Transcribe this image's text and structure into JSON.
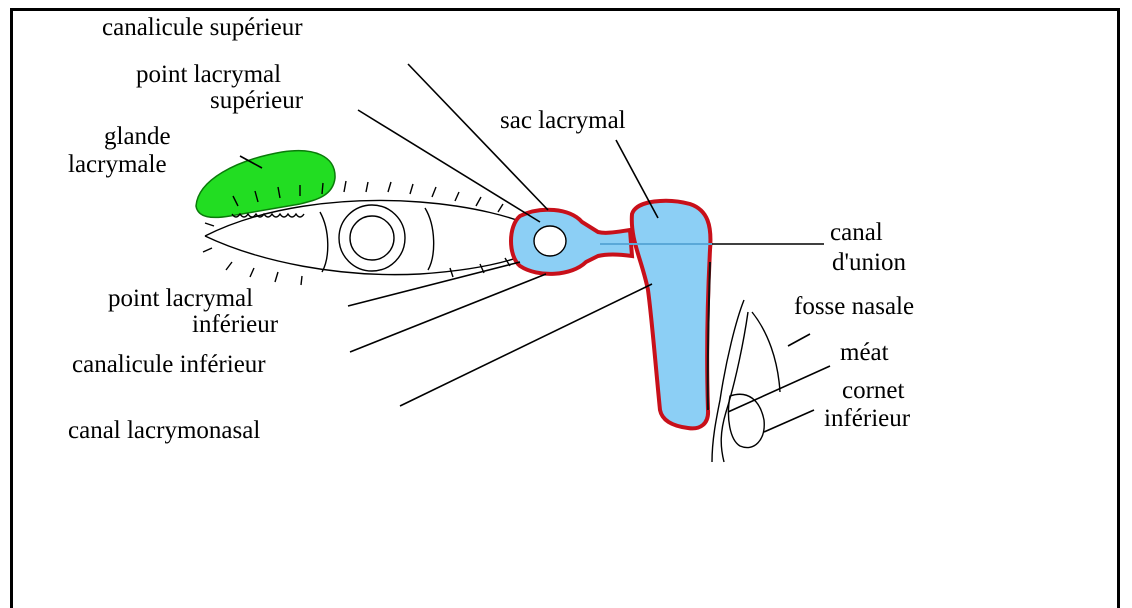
{
  "labels": {
    "canalicule_superieur": "canalicule supérieur",
    "point_lacrymal_superieur": [
      "point lacrymal",
      "supérieur"
    ],
    "glande_lacrymale": [
      "glande",
      "lacrymale"
    ],
    "sac_lacrymal": "sac lacrymal",
    "canal_union": [
      "canal",
      "d'union"
    ],
    "fosse_nasale": "fosse nasale",
    "meat": "méat",
    "cornet_inferieur": [
      "cornet",
      "inférieur"
    ],
    "point_lacrymal_inferieur": [
      "point lacrymal",
      "inférieur"
    ],
    "canalicule_inferieur": "canalicule inférieur",
    "canal_lacrymonasal": "canal lacrymonasal"
  },
  "colors": {
    "gland": "#22dd22",
    "duct_fill": "#8ccff5",
    "duct_wall": "#c8101a",
    "outline": "#000000"
  }
}
